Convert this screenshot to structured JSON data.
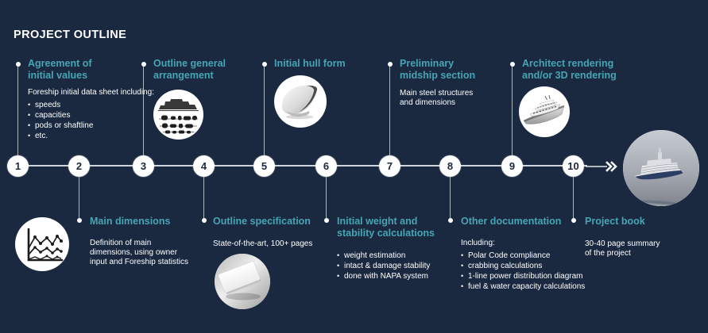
{
  "title": "PROJECT OUTLINE",
  "colors": {
    "background": "#1a2940",
    "accent_teal": "#46a5b4",
    "text": "#ffffff",
    "line": "#e2e8ee",
    "node_fill": "#ffffff",
    "node_number": "#1a2940",
    "ship_hull_blue": "#2c3e63"
  },
  "steps": [
    {
      "number": "1",
      "title": "Agreement of\ninitial values",
      "body": "Foreship initial data sheet including:",
      "bullets": [
        "speeds",
        "capacities",
        "pods or shaftline",
        "etc."
      ]
    },
    {
      "number": "2",
      "title": "Main dimensions",
      "body": "Definition of main\ndimensions, using owner\ninput and Foreship statistics",
      "icon": "statistics-line-chart-icon"
    },
    {
      "number": "3",
      "title": "Outline general\narrangement",
      "icon": "general-arrangement-drawing"
    },
    {
      "number": "4",
      "title": "Outline specification",
      "body": "State-of-the-art, 100+ pages",
      "icon": "specification-book-photo"
    },
    {
      "number": "5",
      "title": "Initial hull form",
      "icon": "hull-form-3d-render"
    },
    {
      "number": "6",
      "title": "Initial weight and\nstability calculations",
      "bullets": [
        "weight estimation",
        "intact & damage stability",
        "done with NAPA system"
      ]
    },
    {
      "number": "7",
      "title": "Preliminary\nmidship section",
      "body": "Main steel structures\nand dimensions"
    },
    {
      "number": "8",
      "title": "Other documentation",
      "body": "Including:",
      "bullets": [
        "Polar Code compliance",
        "crabbing calculations",
        "1-line power distribution diagram",
        "fuel & water capacity calculations"
      ]
    },
    {
      "number": "9",
      "title": "Architect rendering\nand/or 3D rendering",
      "icon": "yacht-3d-render"
    },
    {
      "number": "10",
      "title": "Project book",
      "body": "30-40 page summary\nof the project"
    }
  ],
  "result_image": "cruise-ship-3d-render"
}
